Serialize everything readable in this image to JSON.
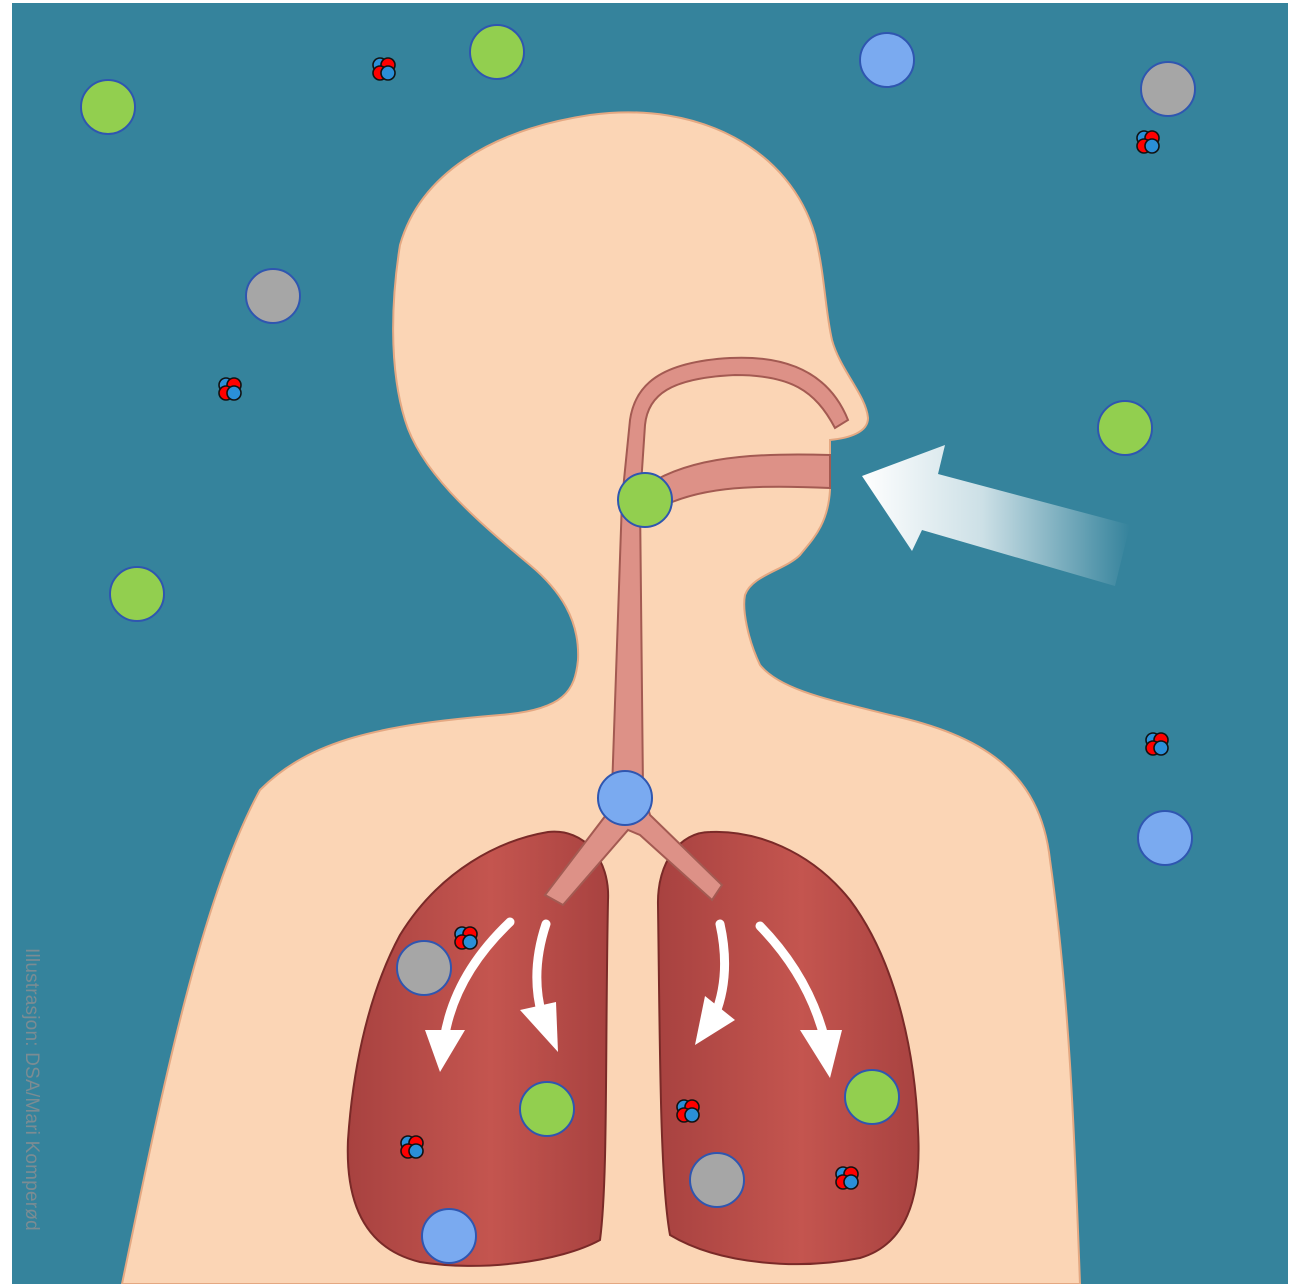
{
  "credit": "Illustrasjon: DSA/Mari Komperød",
  "colors": {
    "background": "#35839c",
    "skin": "#fbd5b5",
    "skin_outline": "#e4a882",
    "airway": "#dd9187",
    "airway_outline": "#a35a52",
    "lung": "#b84b47",
    "lung_outline": "#7a2a28",
    "particle_green": "#92cf4f",
    "particle_blue": "#7aaaf0",
    "particle_grey": "#a6a6a6",
    "particle_outline": "#2f56b0",
    "molecule_red": "#ff0000",
    "molecule_blue": "#2a8fd8",
    "arrow": "#ffffff"
  },
  "particles": [
    {
      "kind": "green-particle"
    },
    {
      "kind": "green-particle"
    },
    {
      "kind": "blue-particle"
    },
    {
      "kind": "grey-particle"
    },
    {
      "kind": "grey-particle"
    },
    {
      "kind": "green-particle"
    },
    {
      "kind": "green-particle"
    },
    {
      "kind": "green-particle"
    },
    {
      "kind": "blue-particle"
    },
    {
      "kind": "blue-particle"
    },
    {
      "kind": "grey-particle"
    },
    {
      "kind": "green-particle"
    },
    {
      "kind": "blue-particle"
    },
    {
      "kind": "grey-particle"
    },
    {
      "kind": "green-particle"
    }
  ],
  "molecules": [
    {
      "kind": "gas-molecule"
    },
    {
      "kind": "gas-molecule"
    },
    {
      "kind": "gas-molecule"
    },
    {
      "kind": "gas-molecule"
    },
    {
      "kind": "gas-molecule"
    },
    {
      "kind": "gas-molecule"
    },
    {
      "kind": "gas-molecule"
    },
    {
      "kind": "gas-molecule"
    }
  ]
}
